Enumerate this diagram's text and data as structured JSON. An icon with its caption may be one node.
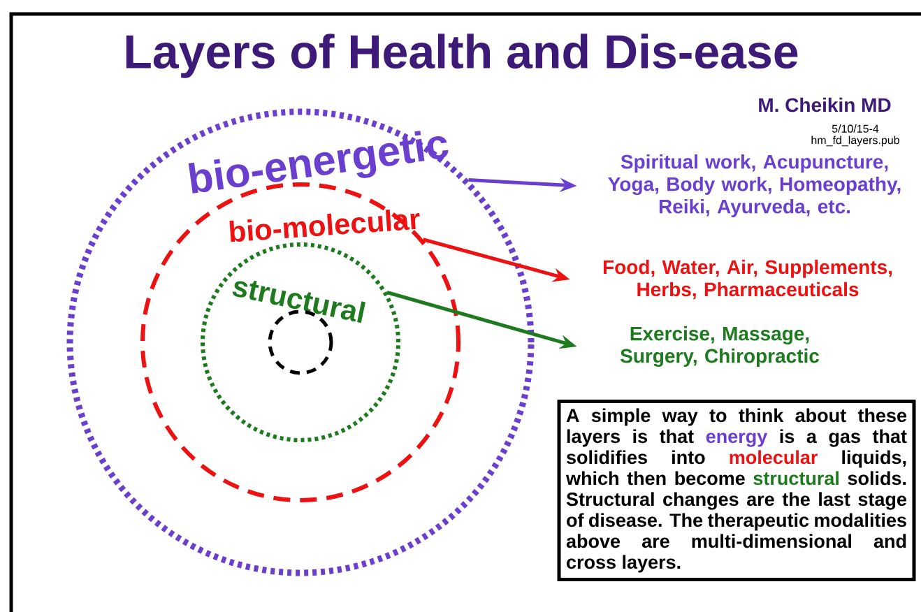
{
  "diagram": {
    "title": "Layers of Health and Dis-ease",
    "nodes": [
      {
        "text": [
          "bio-energetic"
        ]
      },
      {
        "text": [
          "bio-molecular"
        ],
        "in": 0
      },
      {
        "text": [
          "structural"
        ],
        "in": 1
      },
      {
        "text": [],
        "shape": "circle",
        "in": 2
      },
      {
        "text": [
          "Spiritual work, Acupuncture, Yoga, Body work, Homeopathy, Reiki, Ayurveda, etc."
        ]
      },
      {
        "text": [
          "Food, Water, Air, Supplements, Herbs, Pharmaceuticals"
        ]
      },
      {
        "text": [
          "Exercise, Massage, Surgery, Chiropractic"
        ]
      },
      {
        "text": [
          "A simple way to think about these layers is that",
          "energy",
          "is a gas that solidifies into",
          "molecular",
          "liquids, which then become",
          "structural",
          "solids. Structural changes are the last stage of disease. The therapeutic modalities above are multi-dimensional and cross layers."
        ]
      }
    ],
    "edges": [
      {
        "from": 0,
        "to": 4,
        "arrow": "to",
        "color": "#6a3fd0"
      },
      {
        "from": 1,
        "to": 5,
        "arrow": "to",
        "color": "#ee1111"
      },
      {
        "from": 2,
        "to": 6,
        "arrow": "to",
        "color": "#1e7a1e"
      }
    ],
    "labels": [
      "M. Cheikin MD",
      "5/10/15-4",
      "hm_fd_layers.pub"
    ]
  }
}
